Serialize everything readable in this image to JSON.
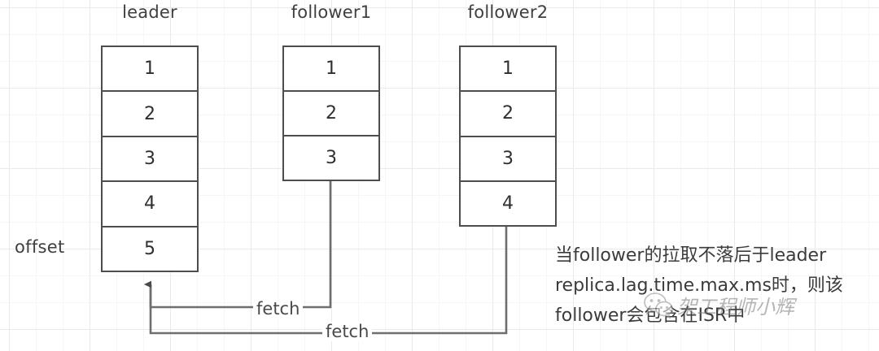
{
  "diagram": {
    "title_bar_absent": true,
    "columns": [
      {
        "id": "leader",
        "label": "leader",
        "cells": [
          "1",
          "2",
          "3",
          "4",
          "5"
        ]
      },
      {
        "id": "follower1",
        "label": "follower1",
        "cells": [
          "1",
          "2",
          "3"
        ]
      },
      {
        "id": "follower2",
        "label": "follower2",
        "cells": [
          "1",
          "2",
          "3",
          "4"
        ]
      }
    ],
    "offset_label": "offset",
    "edges": [
      {
        "id": "fetch-from-follower1",
        "label": "fetch"
      },
      {
        "id": "fetch-from-follower2",
        "label": "fetch"
      }
    ],
    "note": {
      "lines": [
        "当follower的拉取不落后于leader",
        "replica.lag.time.max.ms时，则该",
        "follower会包含在ISR中"
      ]
    },
    "watermark": {
      "text": "架工程师小辉",
      "logo_icon": "wechat-mp-avatar-icon"
    },
    "colors": {
      "box_border": "#4d4d4d",
      "connector": "#6e6e6e",
      "text": "#3b3b3b",
      "grid_minor": "#f5f6f7",
      "grid_major": "#e9eaec",
      "background": "#ffffff"
    }
  }
}
